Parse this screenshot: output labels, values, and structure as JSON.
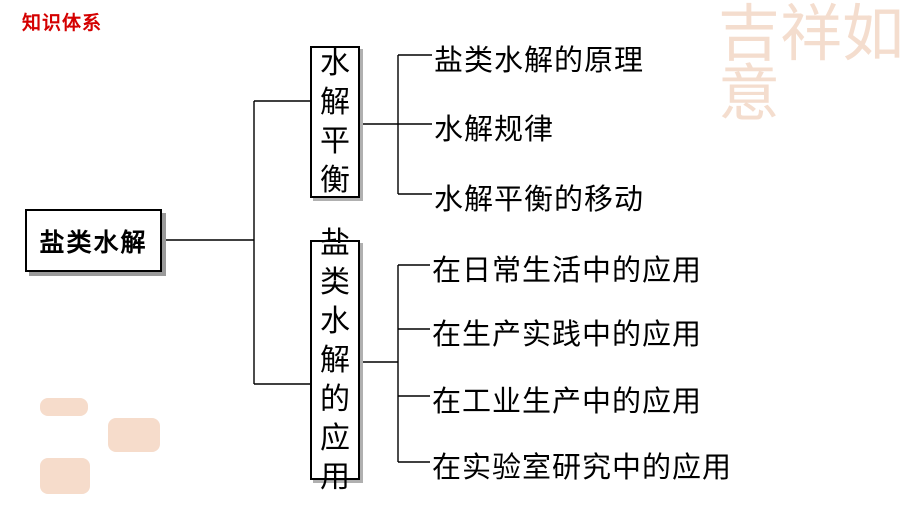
{
  "header": {
    "title": "知识体系"
  },
  "diagram": {
    "root": "盐类水解",
    "branches": [
      {
        "label_chars": [
          "水",
          "解",
          "平",
          "衡"
        ],
        "leaves": [
          "盐类水解的原理",
          "水解规律",
          "水解平衡的移动"
        ]
      },
      {
        "label_chars": [
          "盐",
          "类",
          "水",
          "解",
          "的",
          "应",
          "用"
        ],
        "leaves": [
          "在日常生活中的应用",
          "在生产实践中的应用",
          "在工业生产中的应用",
          "在实验室研究中的应用"
        ]
      }
    ]
  },
  "decoration": {
    "corner_text": "吉祥如意",
    "colors": {
      "title": "#d40000",
      "deco": "#f3d8c6",
      "stamp": "#f6dccb"
    }
  }
}
